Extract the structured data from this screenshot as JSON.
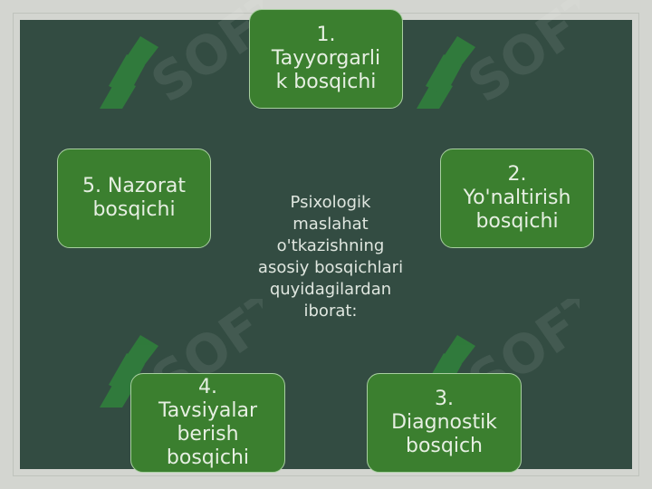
{
  "diagram": {
    "center_text": "Psixologik\nmaslahat\no'tkazishning\nasosiy bosqichlari\nquyidagilardan\niborat:",
    "steps": [
      {
        "label": "1.\nTayyorgarli\nk bosqichi"
      },
      {
        "label": "2.\nYo'naltirish\nbosqichi"
      },
      {
        "label": "3.\nDiagnostik\nbosqich"
      },
      {
        "label": "4.\nTavsiyalar\nberish\nbosqichi"
      },
      {
        "label": "5. Nazorat\nbosqichi"
      }
    ]
  },
  "watermark": {
    "text": "SOFT"
  },
  "colors": {
    "background": "#334c42",
    "box_fill": "#3b7f2f",
    "box_border": "#a8cfa0",
    "text": "#e6efe2",
    "watermark": "#2f8a3a"
  }
}
